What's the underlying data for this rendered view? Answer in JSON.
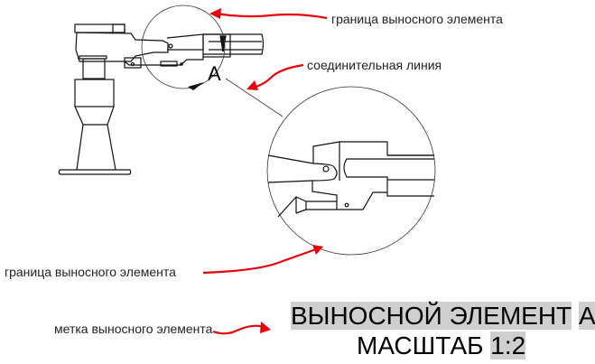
{
  "labels": {
    "boundary_top": "граница выносного элемента",
    "connecting_line": "соединительная линия",
    "boundary_bottom": "граница выносного элемента",
    "detail_mark": "метка выносного элемента"
  },
  "detail_letter": "А",
  "caption": {
    "title": "ВЫНОСНОЙ ЭЛЕМЕНТ",
    "letter": "А",
    "scale_label": "МАСШТАБ",
    "scale_value": "1:2"
  },
  "colors": {
    "arrow": "#e8000b",
    "highlight": "#cfcfcf"
  }
}
